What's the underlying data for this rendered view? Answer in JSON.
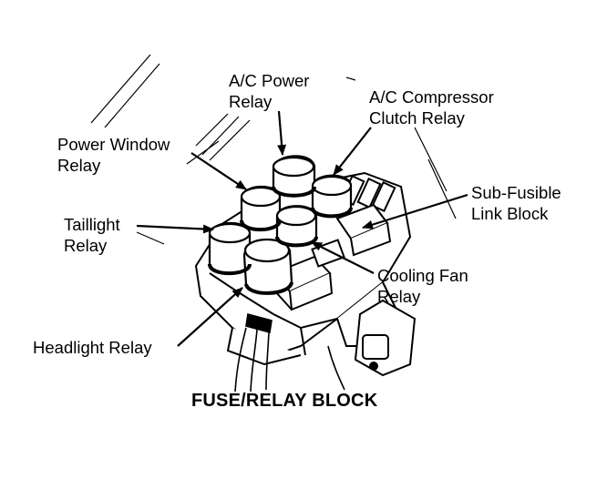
{
  "title": "FUSE/RELAY BLOCK",
  "labels": {
    "ac_power_relay": [
      "A/C Power",
      "Relay"
    ],
    "ac_compressor_clutch_relay": [
      "A/C Compressor",
      "Clutch Relay"
    ],
    "power_window_relay": [
      "Power Window",
      "Relay"
    ],
    "sub_fusible_link_block": [
      "Sub-Fusible",
      "Link Block"
    ],
    "taillight_relay": [
      "Taillight",
      "Relay"
    ],
    "cooling_fan_relay": [
      "Cooling Fan",
      "Relay"
    ],
    "headlight_relay": [
      "Headlight Relay"
    ]
  },
  "colors": {
    "ink": "#000000",
    "paper": "#ffffff"
  }
}
